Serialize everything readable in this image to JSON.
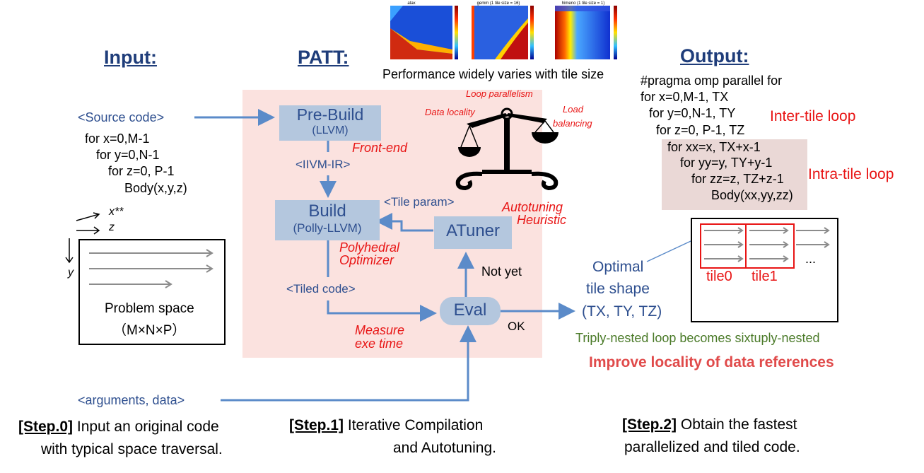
{
  "headings": {
    "input": "Input:",
    "patt": "PATT:",
    "output": "Output:"
  },
  "heatmaps": {
    "caption": "Performance widely varies with tile size",
    "panels": [
      {
        "title": "atax"
      },
      {
        "title": "gemm (1 tile size = 16)"
      },
      {
        "title": "himeno (1 tile size = 1)"
      }
    ]
  },
  "input": {
    "source_label": "<Source code>",
    "code": [
      "for x=0,M-1",
      "for y=0,N-1",
      "for z=0, P-1",
      "Body(x,y,z)"
    ],
    "axes": {
      "x": "x**",
      "z": "z",
      "y": "y"
    },
    "problem_space": [
      "Problem space",
      "（M×N×P）"
    ],
    "args_label": "<arguments, data>"
  },
  "patt": {
    "prebuild": {
      "title": "Pre-Build",
      "sub": "(LLVM)"
    },
    "frontend": "Front-end",
    "ir_label": "<IIVM-IR>",
    "build": {
      "title": "Build",
      "sub": "(Polly-LLVM)"
    },
    "polyhedral": [
      "Polyhedral",
      "Optimizer"
    ],
    "tiled_label": "<Tiled code>",
    "tile_param": "<Tile param>",
    "atuner": "ATuner",
    "autotuning": [
      "Autotuning",
      "Heuristic"
    ],
    "not_yet": "Not yet",
    "eval": "Eval",
    "ok": "OK",
    "measure": [
      "Measure",
      "exe time"
    ],
    "scale": {
      "loop_parallelism": "Loop parallelism",
      "data_locality": "Data locality",
      "load_balancing": [
        "Load",
        "balancing"
      ]
    }
  },
  "optimal": [
    "Optimal",
    "tile shape",
    "(TX, TY, TZ)"
  ],
  "output": {
    "code": [
      "#pragma omp parallel for",
      "for x=0,M-1, TX",
      "for y=0,N-1, TY",
      "for z=0, P-1, TZ",
      "for xx=x, TX+x-1",
      "for yy=y, TY+y-1",
      "for zz=z, TZ+z-1",
      "Body(xx,yy,zz)"
    ],
    "inter_tile": "Inter-tile loop",
    "intra_tile": "Intra-tile loop",
    "tile0": "tile0",
    "tile1": "tile1",
    "ellipsis": "...",
    "triply": "Triply-nested loop becomes sixtuply-nested",
    "improve": "Improve locality of data references"
  },
  "steps": [
    {
      "tag": "[Step.0]",
      "line1": "Input an original code",
      "line2": "with typical space traversal."
    },
    {
      "tag": "[Step.1]",
      "line1": "Iterative Compilation",
      "line2": "and Autotuning."
    },
    {
      "tag": "[Step.2]",
      "line1": "Obtain the fastest",
      "line2": "parallelized and tiled code."
    }
  ],
  "colors": {
    "accent_blue": "#5b8bc9",
    "label_blue": "#2e4f8f",
    "red": "#e81515",
    "pink_bg": "#fbe2df",
    "box": "#b4c7de"
  }
}
